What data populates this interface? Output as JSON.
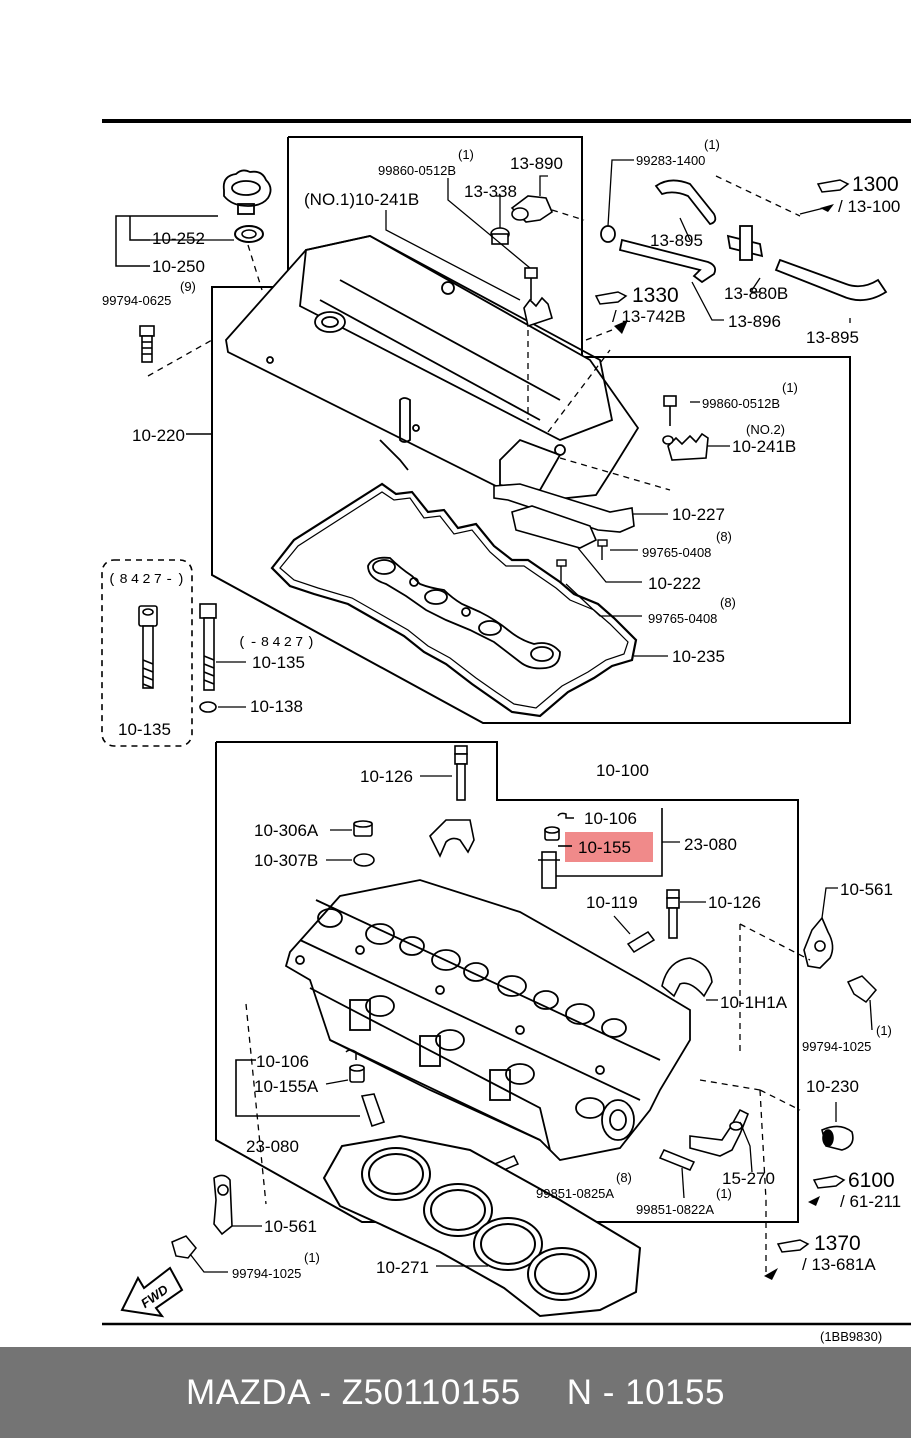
{
  "diagram_code": "(1BB9830)",
  "fwd_label": "FWD",
  "labels": {
    "l_10_252": "10-252",
    "l_10_250": "10-250",
    "l_99794_0625": "99794-0625",
    "l_9": "(9)",
    "l_no1_10_241b": "(NO.1)10-241B",
    "l_99860_0512b_a": "99860-0512B",
    "l_1_a": "(1)",
    "l_13_338": "13-338",
    "l_13_890": "13-890",
    "l_99283_1400": "99283-1400",
    "l_1_b": "(1)",
    "l_1300": "1300",
    "l_13_100": "/ 13-100",
    "l_13_895_a": "13-895",
    "l_13_880b": "13-880B",
    "l_1330": "1330",
    "l_13_742b": "/ 13-742B",
    "l_13_896": "13-896",
    "l_13_895_b": "13-895",
    "l_10_220": "10-220",
    "l_99860_0512b_b": "99860-0512B",
    "l_1_c": "(1)",
    "l_no2": "(NO.2)",
    "l_10_241b": "10-241B",
    "l_10_227": "10-227",
    "l_99765_0408_a": "99765-0408",
    "l_8_a": "(8)",
    "l_10_222": "10-222",
    "l_99765_0408_b": "99765-0408",
    "l_8_b": "(8)",
    "l_10_235": "10-235",
    "l_8427_dash": "(8427-)",
    "l_dash_8427": "(-8427)",
    "l_10_135_a": "10-135",
    "l_10_135_b": "10-135",
    "l_10_138": "10-138",
    "l_10_126_a": "10-126",
    "l_10_100": "10-100",
    "l_10_106_a": "10-106",
    "l_10_306a": "10-306A",
    "l_10_307b": "10-307B",
    "l_10_155": "10-155",
    "l_23_080_a": "23-080",
    "l_10_119": "10-119",
    "l_10_126_b": "10-126",
    "l_10_561_a": "10-561",
    "l_10_1h1a": "10-1H1A",
    "l_99794_1025_a": "99794-1025",
    "l_1_d": "(1)",
    "l_10_106_b": "10-106",
    "l_10_155a": "10-155A",
    "l_10_230": "10-230",
    "l_23_080_b": "23-080",
    "l_15_270": "15-270",
    "l_6100": "6100",
    "l_61_211": "/ 61-211",
    "l_99851_0825a": "99851-0825A",
    "l_8_c": "(8)",
    "l_99851_0822a": "99851-0822A",
    "l_1_e": "(1)",
    "l_10_561_b": "10-561",
    "l_1370": "1370",
    "l_13_681a": "/ 13-681A",
    "l_99794_1025_b": "99794-1025",
    "l_1_f": "(1)",
    "l_10_271": "10-271"
  },
  "highlight": {
    "part": "10-155",
    "color": "#f08a8a"
  },
  "footer": {
    "brand_part": "MAZDA - Z50110155",
    "ref": "N - 10155"
  },
  "colors": {
    "footer_bg": "#747474",
    "footer_text": "#ffffff",
    "highlight": "#f08a8a"
  }
}
